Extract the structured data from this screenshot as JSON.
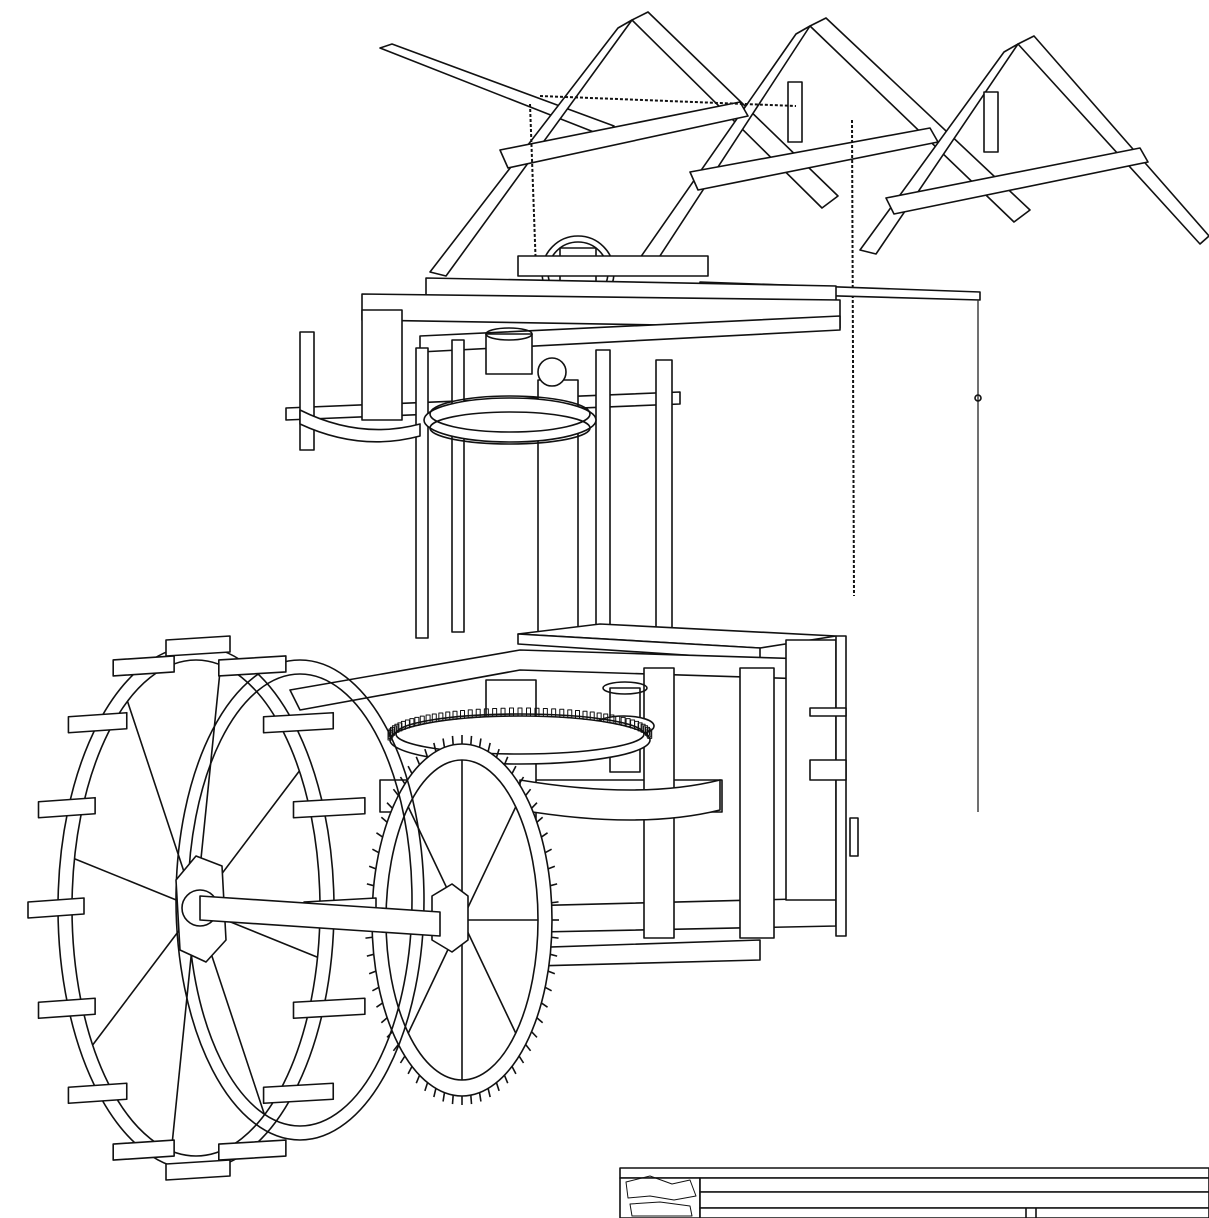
{
  "drawing": {
    "subject": "",
    "parts": [
      {
        "name": "roof-truss"
      },
      {
        "name": "upper-frame"
      },
      {
        "name": "lifting-pulley"
      },
      {
        "name": "lantern-gear"
      },
      {
        "name": "lower-frame"
      },
      {
        "name": "water-wheel"
      },
      {
        "name": "spur-gear"
      },
      {
        "name": "crown-gear"
      },
      {
        "name": "masonry-wall"
      }
    ],
    "colors": {
      "line": "#111111",
      "paper": "#ffffff"
    }
  }
}
